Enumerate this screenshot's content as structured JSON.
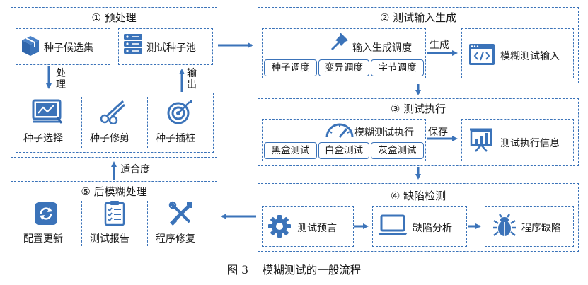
{
  "stage1": {
    "title": "① 预处理",
    "seed_candidates": "种子候选集",
    "seed_pool": "测试种子池",
    "process_label": "处理",
    "output_label": "输出",
    "seed_select": "种子选择",
    "seed_prune": "种子修剪",
    "seed_instrument": "种子插桩"
  },
  "stage2": {
    "title": "② 测试输入生成",
    "schedule": "输入生成调度",
    "seed_sched": "种子调度",
    "mut_sched": "变异调度",
    "byte_sched": "字节调度",
    "gen_label": "生成",
    "fuzz_input": "模糊测试输入"
  },
  "stage3": {
    "title": "③ 测试执行",
    "exec": "模糊测试执行",
    "black": "黑盒测试",
    "white": "白盒测试",
    "gray": "灰盒测试",
    "save_label": "保存",
    "exec_info": "测试执行信息"
  },
  "stage4": {
    "title": "④ 缺陷检测",
    "oracle": "测试预言",
    "analysis": "缺陷分析",
    "bug": "程序缺陷"
  },
  "stage5": {
    "title": "⑤ 后模糊处理",
    "fitness_label": "适合度",
    "config_update": "配置更新",
    "report": "测试报告",
    "repair": "程序修复"
  },
  "caption": "图 3    模糊测试的一般流程",
  "colors": {
    "primary": "#3b73b9",
    "text": "#1a1a1a"
  }
}
